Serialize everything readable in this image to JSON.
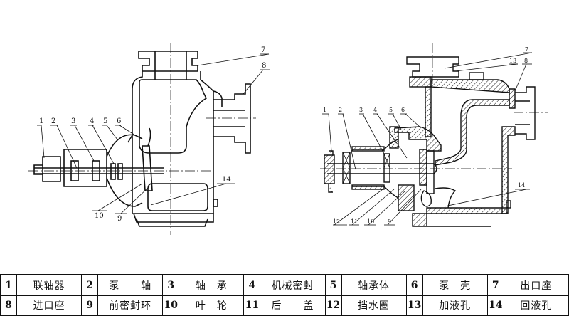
{
  "diagram": {
    "title": "自吸泵结构图",
    "views": [
      {
        "name": "left-view",
        "callouts": [
          "1",
          "2",
          "3",
          "4",
          "5",
          "6",
          "7",
          "8",
          "9",
          "10",
          "14"
        ]
      },
      {
        "name": "right-view",
        "callouts": [
          "1",
          "2",
          "3",
          "4",
          "5",
          "6",
          "7",
          "8",
          "9",
          "10",
          "11",
          "12",
          "13",
          "14"
        ]
      }
    ]
  },
  "parts_table": {
    "rows": [
      [
        {
          "num": "1",
          "name": "联轴器"
        },
        {
          "num": "2",
          "name": "泵　　轴"
        },
        {
          "num": "3",
          "name": "轴　承"
        },
        {
          "num": "4",
          "name": "机械密封"
        },
        {
          "num": "5",
          "name": "轴承体"
        },
        {
          "num": "6",
          "name": "泵　壳"
        },
        {
          "num": "7",
          "name": "出口座"
        }
      ],
      [
        {
          "num": "8",
          "name": "进口座"
        },
        {
          "num": "9",
          "name": "前密封环"
        },
        {
          "num": "10",
          "name": "叶　轮"
        },
        {
          "num": "11",
          "name": "后　　盖"
        },
        {
          "num": "12",
          "name": "挡水圈"
        },
        {
          "num": "13",
          "name": "加液孔"
        },
        {
          "num": "14",
          "name": "回液孔"
        }
      ]
    ]
  },
  "colors": {
    "ink": "#111111",
    "paper": "#ffffff"
  }
}
